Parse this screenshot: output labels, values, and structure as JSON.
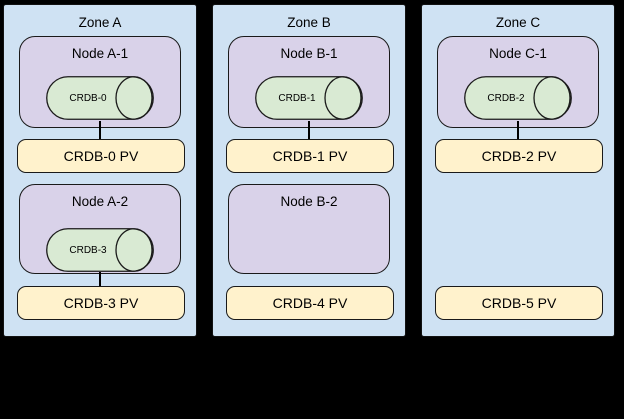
{
  "diagram": {
    "description": "Three availability zones with Kubernetes nodes, CockroachDB pods and persistent volumes",
    "colors": {
      "background": "#000000",
      "zone_fill": "#cfe2f3",
      "node_fill": "#d9d2e9",
      "pod_fill": "#d9ead3",
      "pv_fill": "#fff2cc",
      "border": "#1a1a1a"
    },
    "zones": [
      {
        "title": "Zone A",
        "nodes": [
          {
            "title": "Node A-1",
            "pod": "CRDB-0",
            "pv": "CRDB-0 PV",
            "connected": true
          },
          {
            "title": "Node A-2",
            "pod": "CRDB-3",
            "pv": "CRDB-3 PV",
            "connected": true
          }
        ]
      },
      {
        "title": "Zone B",
        "nodes": [
          {
            "title": "Node B-1",
            "pod": "CRDB-1",
            "pv": "CRDB-1 PV",
            "connected": true
          },
          {
            "title": "Node B-2",
            "pod": null,
            "pv": "CRDB-4 PV",
            "connected": false
          }
        ]
      },
      {
        "title": "Zone C",
        "nodes": [
          {
            "title": "Node C-1",
            "pod": "CRDB-2",
            "pv": "CRDB-2 PV",
            "connected": true
          },
          {
            "title": null,
            "pod": null,
            "pv": "CRDB-5 PV",
            "connected": false
          }
        ]
      }
    ]
  }
}
